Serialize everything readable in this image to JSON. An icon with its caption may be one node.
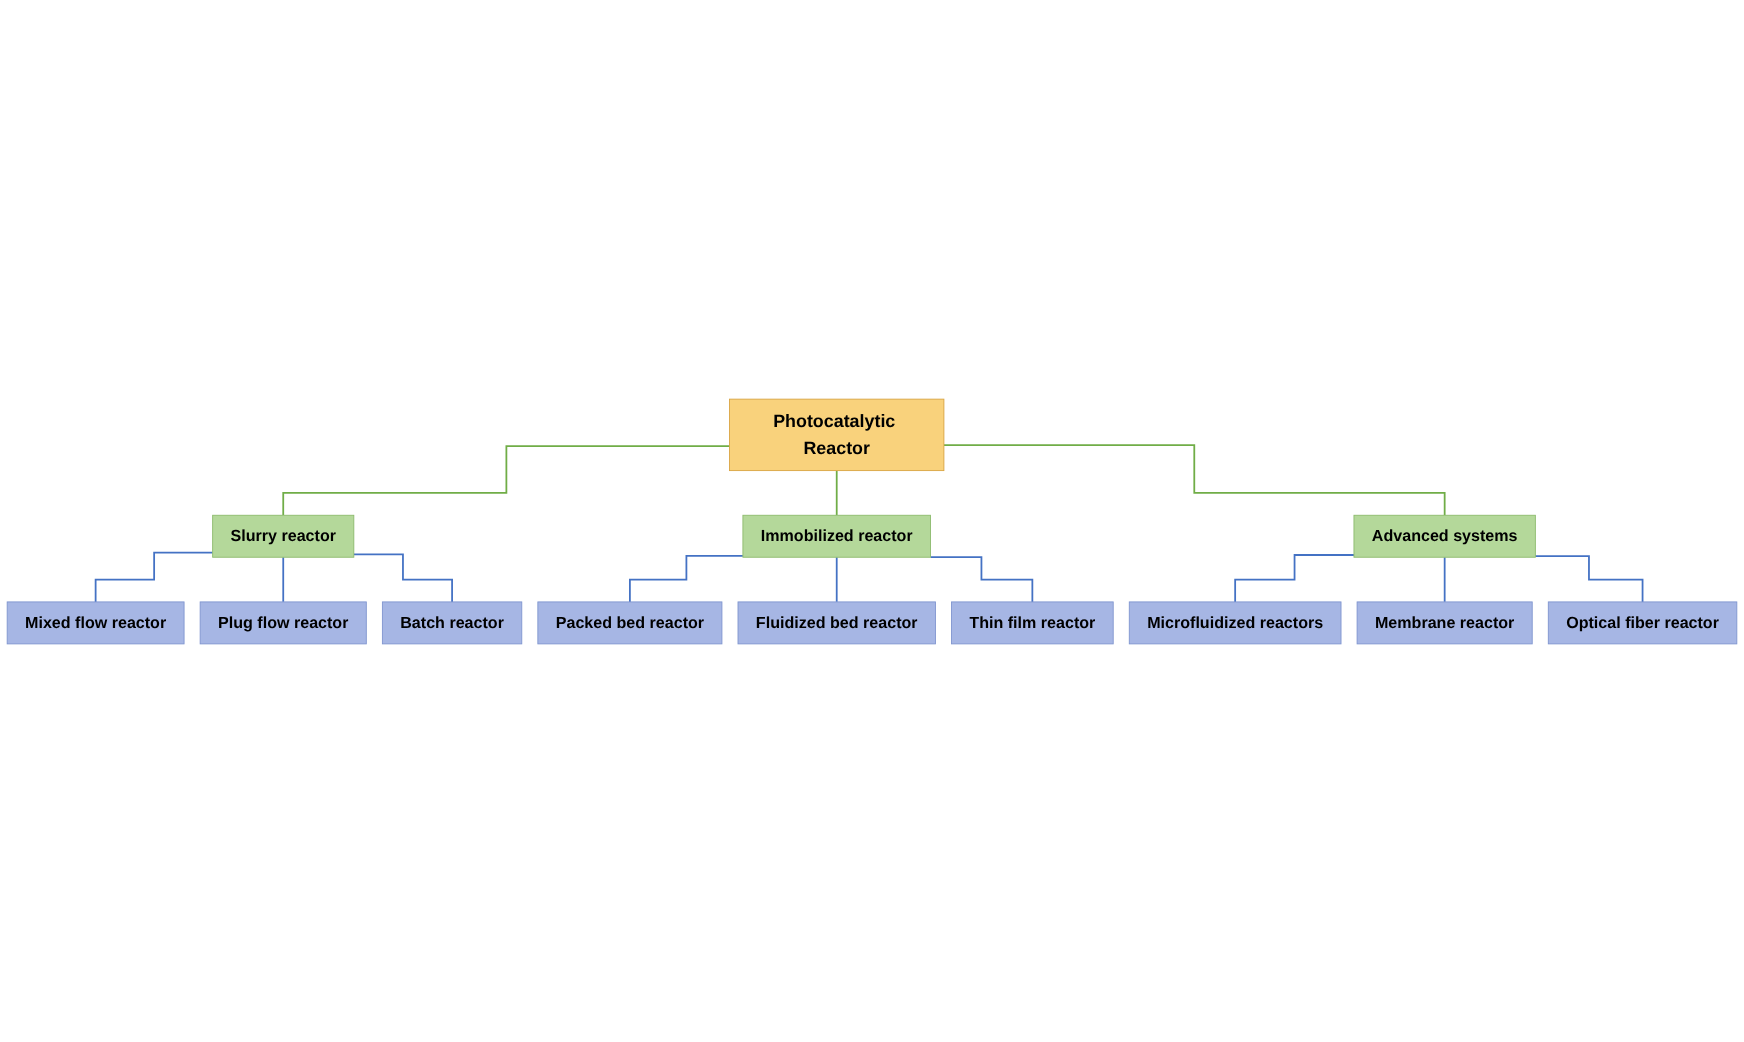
{
  "diagram": {
    "nodes": [
      {
        "text": [
          "Photocatalytic Reactor"
        ]
      },
      {
        "text": [
          "Slurry reactor"
        ]
      },
      {
        "text": [
          "Immobilized reactor"
        ]
      },
      {
        "text": [
          "Advanced systems"
        ]
      },
      {
        "text": [
          "Mixed flow reactor"
        ]
      },
      {
        "text": [
          "Plug flow reactor"
        ]
      },
      {
        "text": [
          "Batch reactor"
        ]
      },
      {
        "text": [
          "Packed bed reactor"
        ]
      },
      {
        "text": [
          "Fluidized bed reactor"
        ]
      },
      {
        "text": [
          "Thin film reactor"
        ]
      },
      {
        "text": [
          "Microfluidized reactors"
        ]
      },
      {
        "text": [
          "Membrane reactor"
        ]
      },
      {
        "text": [
          "Optical fiber reactor"
        ]
      }
    ],
    "edges": [
      {
        "from": 0,
        "to": 1,
        "arrow": "none",
        "color": "#70ad47"
      },
      {
        "from": 0,
        "to": 2,
        "arrow": "none",
        "color": "#70ad47"
      },
      {
        "from": 0,
        "to": 3,
        "arrow": "none",
        "color": "#70ad47"
      },
      {
        "from": 1,
        "to": 4,
        "arrow": "none"
      },
      {
        "from": 1,
        "to": 5,
        "arrow": "none"
      },
      {
        "from": 1,
        "to": 6,
        "arrow": "none"
      },
      {
        "from": 2,
        "to": 7,
        "arrow": "none"
      },
      {
        "from": 2,
        "to": 8,
        "arrow": "none"
      },
      {
        "from": 2,
        "to": 9,
        "arrow": "none"
      },
      {
        "from": 3,
        "to": 10,
        "arrow": "none"
      },
      {
        "from": 3,
        "to": 11,
        "arrow": "none"
      },
      {
        "from": 3,
        "to": 12,
        "arrow": "none"
      }
    ]
  }
}
